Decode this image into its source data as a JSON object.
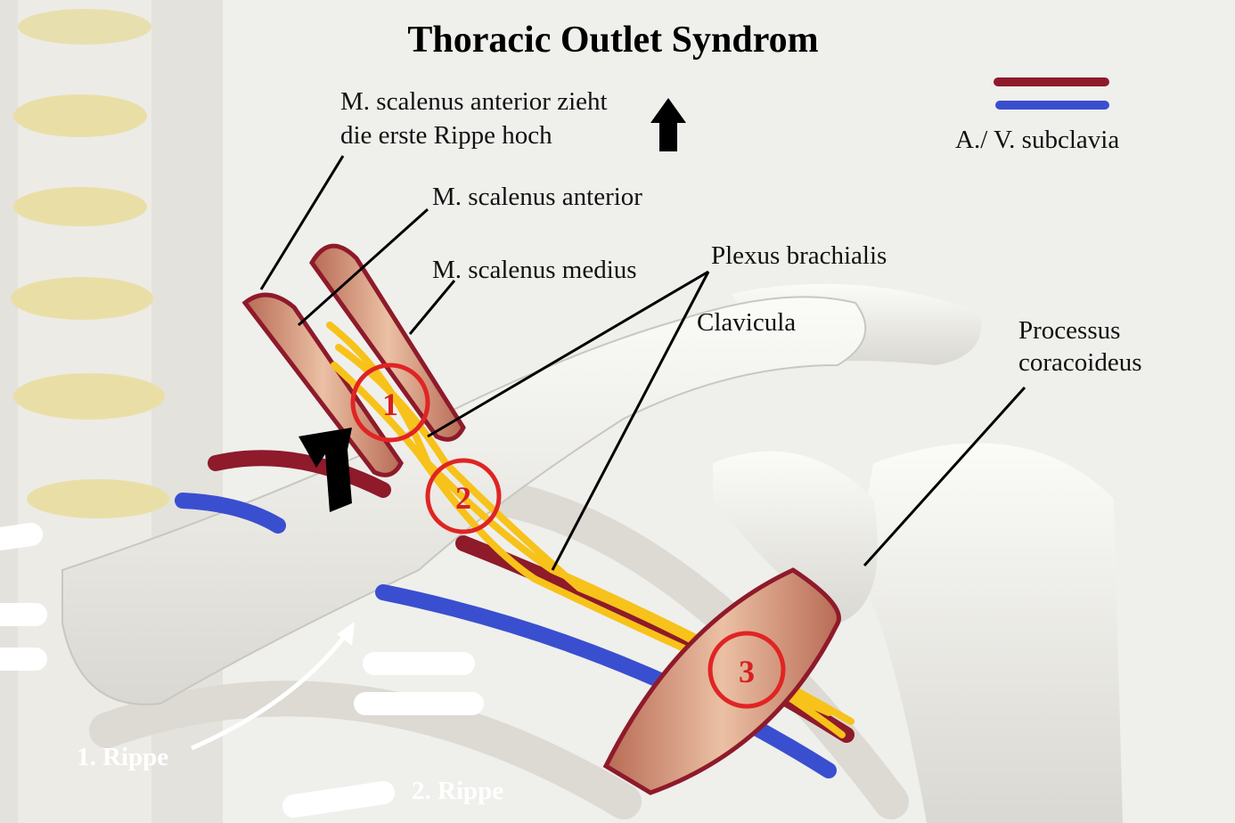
{
  "title": "Thoracic Outlet Syndrom",
  "labels": {
    "scalenus_pull_line1": "M. scalenus anterior zieht",
    "scalenus_pull_line2": "die erste Rippe hoch",
    "scalenus_anterior": "M. scalenus anterior",
    "scalenus_medius": "M. scalenus medius",
    "plexus": "Plexus brachialis",
    "clavicula": "Clavicula",
    "processus_line1": "Processus",
    "processus_line2": "coracoideus",
    "rib1": "1. Rippe",
    "rib2": "2. Rippe"
  },
  "legend": {
    "label": "A./ V. subclavia",
    "artery_color": "#8e1a2a",
    "vein_color": "#3a4fcf"
  },
  "compression_sites": [
    "1",
    "2",
    "3"
  ],
  "colors": {
    "circle": "#e02424",
    "plexus": "#f7c21a",
    "muscle": "#d9a184"
  }
}
